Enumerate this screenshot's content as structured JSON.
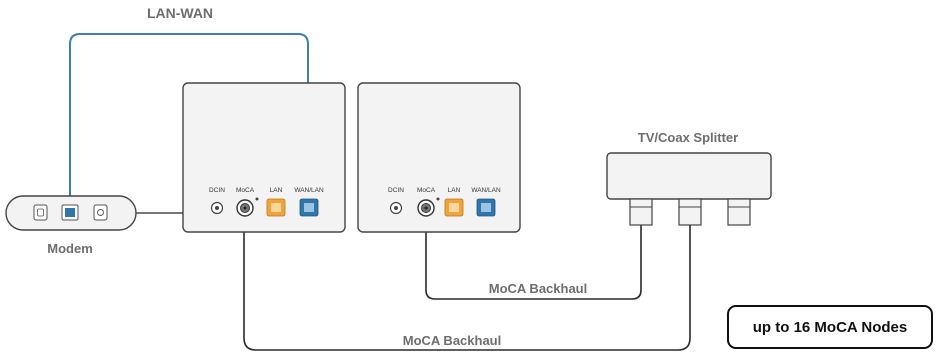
{
  "labels": {
    "lan_wan": "LAN-WAN",
    "modem": "Modem",
    "splitter": "TV/Coax Splitter",
    "moca_backhaul_1": "MoCA Backhaul",
    "moca_backhaul_2": "MoCA Backhaul"
  },
  "router_ports": {
    "dcin": "DCIN",
    "moca": "MoCA",
    "lan": "LAN",
    "wanlan": "WAN/LAN"
  },
  "callout": "up to 16 MoCA Nodes",
  "colors": {
    "ethernet_cable": "#3d7fb0",
    "coax_cable": "#2a2a2a",
    "device_body": "#f3f3f3",
    "device_outline": "#444444",
    "lan_port": "#f2a33a",
    "wan_port": "#2f76ad",
    "label_text": "#6e6e6e"
  }
}
